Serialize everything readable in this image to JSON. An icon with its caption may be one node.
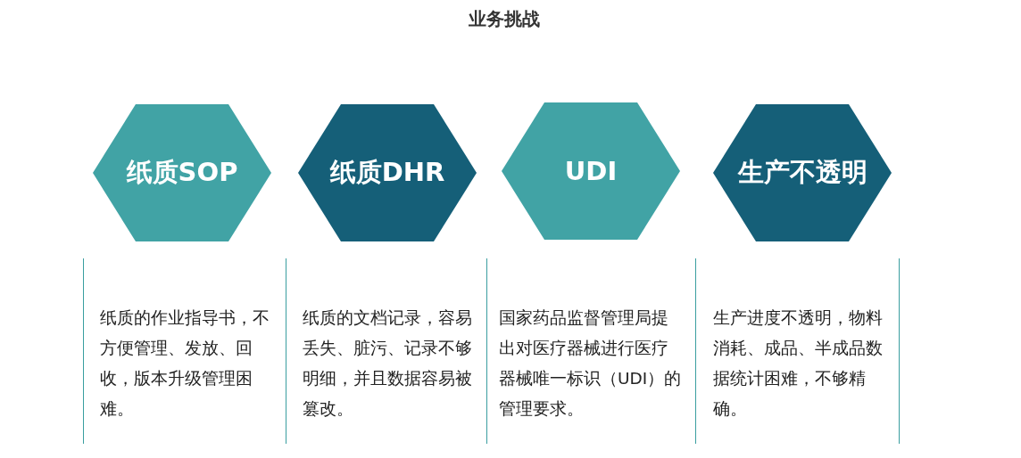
{
  "diagram": {
    "title": "业务挑战",
    "nodes": [
      {
        "text": [
          "纸质SOP"
        ]
      },
      {
        "text": [
          "纸质DHR"
        ]
      },
      {
        "text": [
          "UDI"
        ]
      },
      {
        "text": [
          "生产不透明"
        ]
      }
    ],
    "labels": [
      "纸质的作业指导书，不方便管理、发放、回收，版本升级管理困难。",
      "纸质的文档记录，容易丢失、脏污、记录不够明细，并且数据容易被篡改。",
      "国家药品监督管理局提出对医疗器械进行医疗器械唯一标识（UDI）的管理要求。",
      "生产进度不透明，物料消耗、成品、半成品数据统计困难，不够精确。"
    ]
  }
}
